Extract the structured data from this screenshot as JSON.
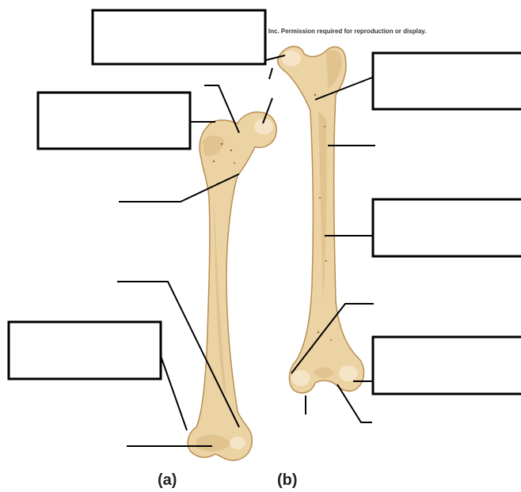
{
  "copyright_text": "s, Inc. Permission required for reproduction or display.",
  "panels": {
    "a": "(a)",
    "b": "(b)"
  },
  "label_boxes": [
    "",
    "",
    "",
    "",
    "",
    ""
  ],
  "colors": {
    "bone_fill": "#ecd3a4",
    "bone_outline": "#b98e52",
    "box_stroke": "#000000"
  }
}
